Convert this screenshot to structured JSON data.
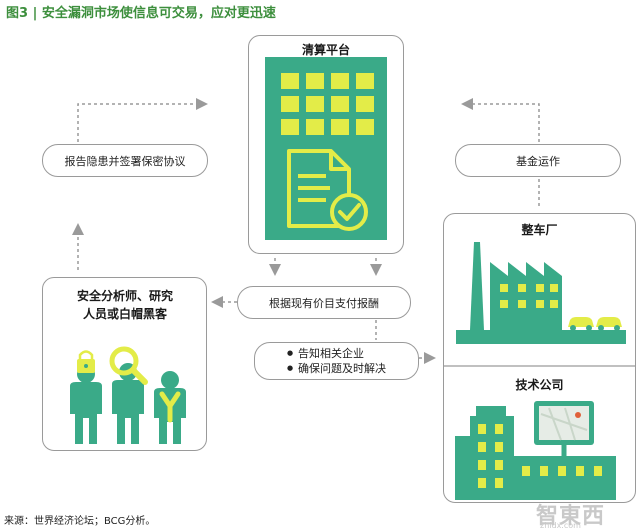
{
  "title": "图3 | 安全漏洞市场使信息可交易，应对更迅速",
  "nodes": {
    "platform": "清算平台",
    "security": "安全分析师、研究\n人员或白帽黑客",
    "factory": "整车厂",
    "tech": "技术公司"
  },
  "flows": {
    "report": "报告隐患并签署保密协议",
    "fund": "基金运作",
    "pay": "根据现有价目支付报酬",
    "notify": [
      "告知相关企业",
      "确保问题及时解决"
    ]
  },
  "source": "来源：世界经济论坛；BCG分析。",
  "watermark": "智東西",
  "watermark_sub": "zhidx.com",
  "colors": {
    "teal": "#3aaa88",
    "lime": "#e3ec48",
    "title_green": "#3d8f3d",
    "gray": "#9a9a9a"
  },
  "icons": [
    "building-grid-icon",
    "document-check-icon",
    "person-lock-icon",
    "person-search-icon",
    "person-y-icon",
    "factory-icon",
    "car-icon",
    "tech-building-icon",
    "map-screen-icon"
  ]
}
